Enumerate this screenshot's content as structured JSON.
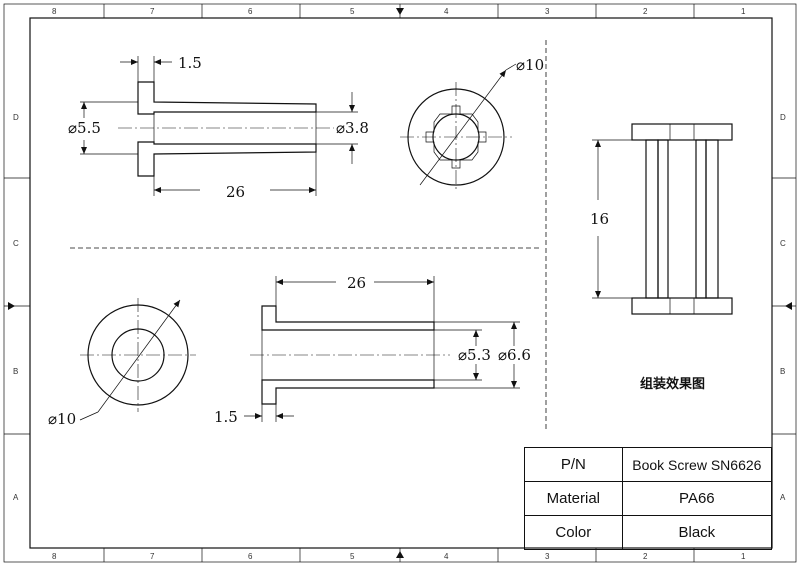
{
  "zones": {
    "columns": [
      "8",
      "7",
      "6",
      "5",
      "4",
      "3",
      "2",
      "1"
    ],
    "rows": [
      "D",
      "C",
      "B",
      "A"
    ]
  },
  "dimensions": {
    "flange_top": "1.5",
    "dia_top_left": "⌀5.5",
    "dia_top_right": "⌀3.8",
    "length_top": "26",
    "dia_end_view_top": "⌀10",
    "length_bottom": "26",
    "dia_bottom_inner": "⌀5.3",
    "dia_bottom_outer": "⌀6.6",
    "flange_bottom": "1.5",
    "dia_end_view_bottom": "⌀10",
    "assembly_height": "16"
  },
  "assembly_caption": "组装效果图",
  "title_block": [
    {
      "label": "P/N",
      "value": "Book Screw SN6626"
    },
    {
      "label": "Material",
      "value": "PA66"
    },
    {
      "label": "Color",
      "value": "Black"
    }
  ]
}
